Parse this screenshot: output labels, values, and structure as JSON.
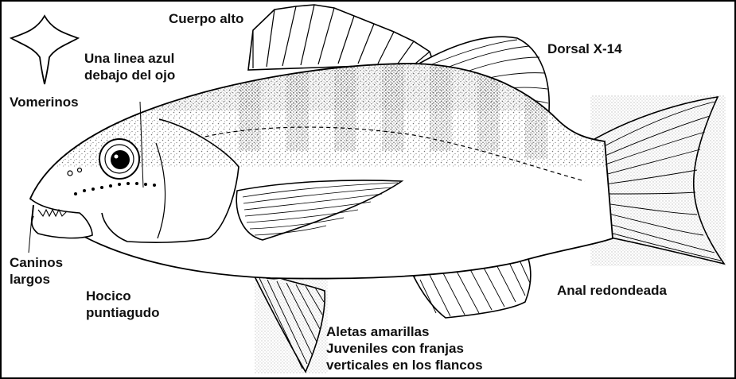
{
  "labels": {
    "vomerinos": "Vomerinos",
    "cuerpo_alto": "Cuerpo alto",
    "linea_azul": [
      "Una linea azul",
      "debajo del ojo"
    ],
    "dorsal": "Dorsal X-14",
    "caninos": [
      "Caninos",
      "largos"
    ],
    "hocico": [
      "Hocico",
      "puntiagudo"
    ],
    "anal": "Anal redondeada",
    "aletas": [
      "Aletas amarillas",
      "Juveniles con franjas",
      "verticales en los flancos"
    ]
  }
}
